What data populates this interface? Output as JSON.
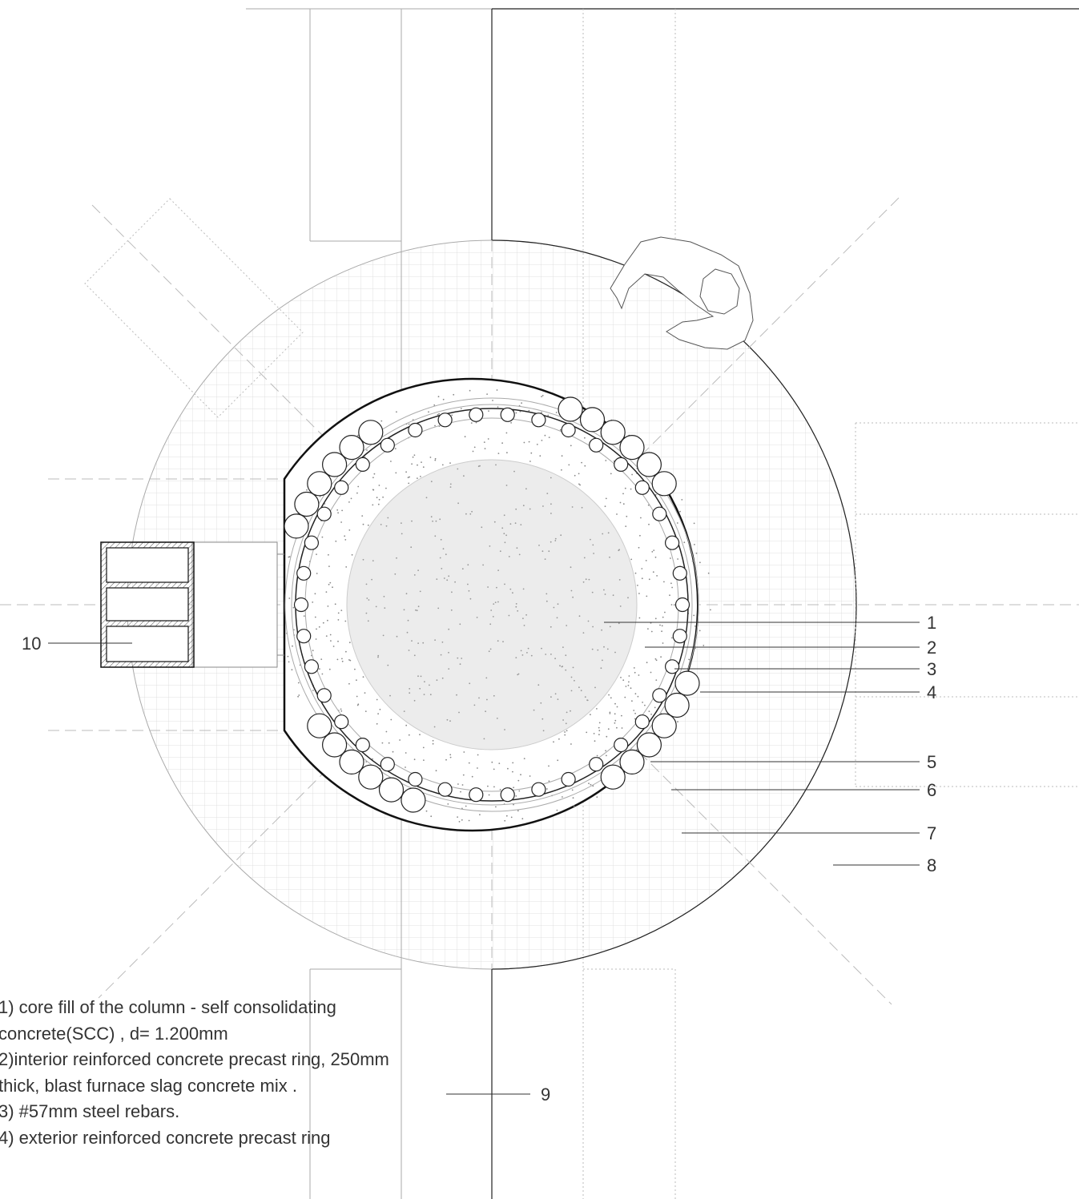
{
  "callouts": [
    {
      "num": "1"
    },
    {
      "num": "2"
    },
    {
      "num": "3"
    },
    {
      "num": "4"
    },
    {
      "num": "5"
    },
    {
      "num": "6"
    },
    {
      "num": "7"
    },
    {
      "num": "8"
    },
    {
      "num": "9"
    },
    {
      "num": "10"
    }
  ],
  "legend": [
    {
      "text": "1) core fill of the column - self consolidating concrete(SCC) , d= 1.200mm"
    },
    {
      "text": "2)interior reinforced concrete precast ring, 250mm thick, blast furnace slag concrete mix ."
    },
    {
      "text": "3) #57mm steel rebars."
    },
    {
      "text": "4) exterior reinforced concrete precast ring"
    }
  ],
  "colors": {
    "line": "#222222",
    "thin": "#9a9a9a",
    "grid": "#d6d6d6",
    "core_fill": "#ededed",
    "text": "#333333"
  }
}
